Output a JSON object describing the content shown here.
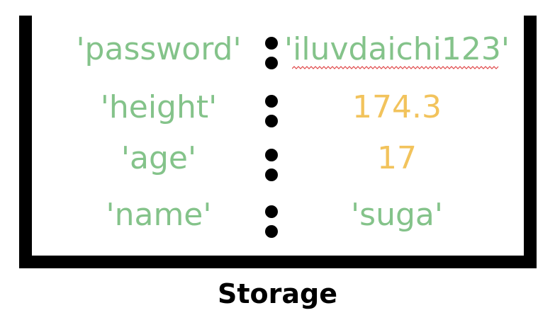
{
  "storage": {
    "rows": [
      {
        "key": "'password'",
        "value": "'iluvdaichi123'",
        "value_type": "string"
      },
      {
        "key": "'height'",
        "value": "174.3",
        "value_type": "number"
      },
      {
        "key": "'age'",
        "value": "17",
        "value_type": "number"
      },
      {
        "key": "'name'",
        "value": "'suga'",
        "value_type": "string"
      }
    ],
    "caption": "Storage"
  },
  "colors": {
    "key_text": "#84c38a",
    "string_value": "#84c38a",
    "number_value": "#f2c35c",
    "container": "#000000",
    "spellcheck_underline": "#e0484a"
  }
}
